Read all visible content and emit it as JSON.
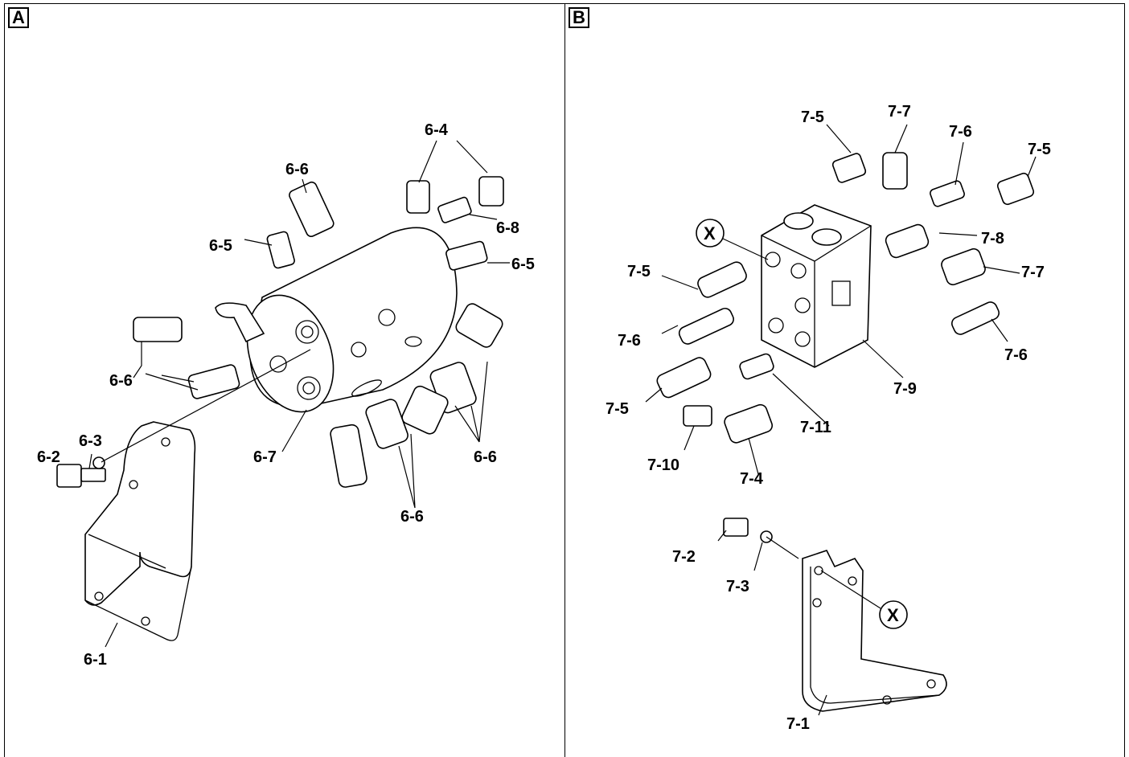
{
  "panels": {
    "a": {
      "tag": "A",
      "labels": {
        "l_6_4": "6-4",
        "l_6_6_top": "6-6",
        "l_6_8": "6-8",
        "l_6_5_left": "6-5",
        "l_6_5_right": "6-5",
        "l_6_6_left": "6-6",
        "l_6_2": "6-2",
        "l_6_3": "6-3",
        "l_6_7": "6-7",
        "l_6_6_right": "6-6",
        "l_6_6_bottom": "6-6",
        "l_6_1": "6-1"
      }
    },
    "b": {
      "tag": "B",
      "labels": {
        "l_7_5_top": "7-5",
        "l_7_7_top": "7-7",
        "l_7_6_top": "7-6",
        "l_7_5_topright": "7-5",
        "l_7_8": "7-8",
        "l_7_5_left": "7-5",
        "l_7_7_right": "7-7",
        "l_7_6_left": "7-6",
        "l_7_6_right": "7-6",
        "l_7_9": "7-9",
        "l_7_5_bottom": "7-5",
        "l_7_11": "7-11",
        "l_7_10": "7-10",
        "l_7_4": "7-4",
        "l_7_2": "7-2",
        "l_7_3": "7-3",
        "l_7_1": "7-1",
        "x_top": "X",
        "x_bottom": "X"
      }
    }
  }
}
